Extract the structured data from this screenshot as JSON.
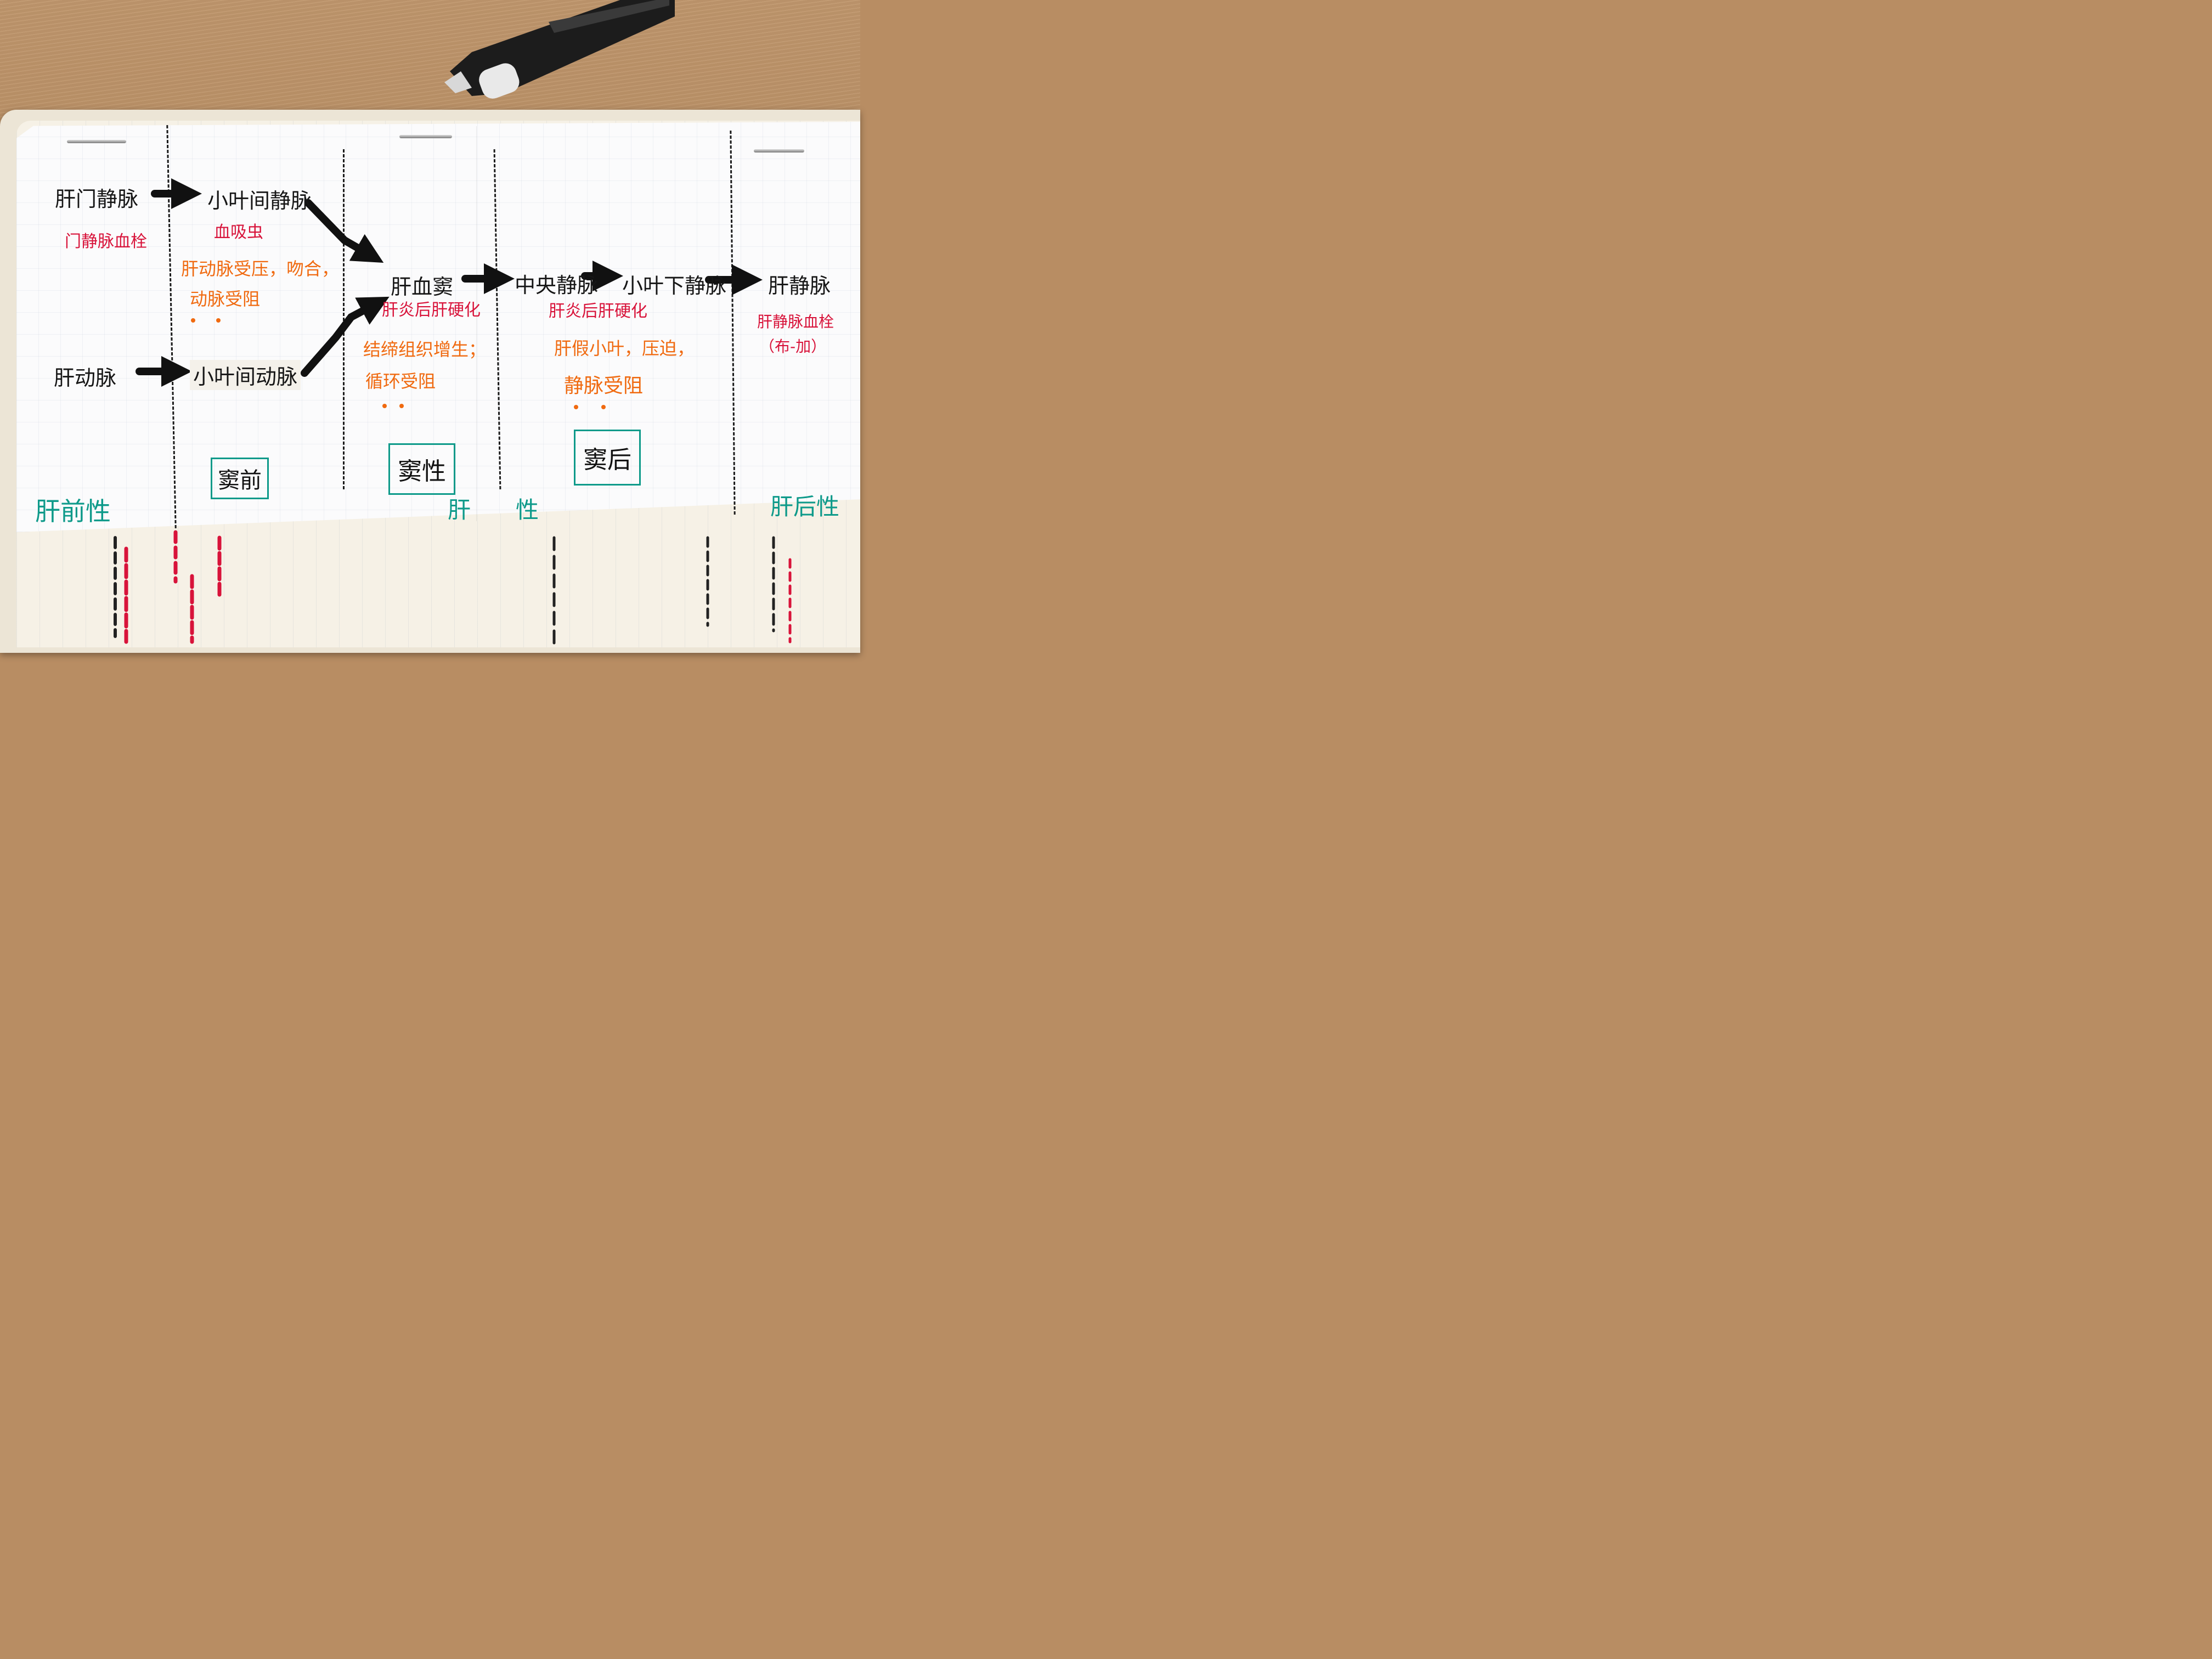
{
  "flow": {
    "portal_vein": "肝门静脉",
    "interlobular_vein": "小叶间静脉",
    "hepatic_artery": "肝动脉",
    "interlobular_artery": "小叶间动脉",
    "sinusoid": "肝血窦",
    "central_vein": "中央静脉",
    "sublobular_vein": "小叶下静脉",
    "hepatic_vein": "肝静脉"
  },
  "causes": {
    "portal_thrombosis": "门静脉血栓",
    "schistosome": "血吸虫",
    "artery_line1": "肝动脉受压，吻合，",
    "artery_line2": "动脉受阻",
    "cirrhosis_sinus": "肝炎后肝硬化",
    "fibrosis_line1": "结缔组织增生；",
    "fibrosis_line2": "循环受阻",
    "cirrhosis_post": "肝炎后肝硬化",
    "pseudolobule_line1": "肝假小叶，压迫，",
    "pseudolobule_line2": "静脉受阻",
    "hv_thrombosis": "肝静脉血栓",
    "budd_chiari": "（布-加）"
  },
  "boxes": {
    "presinusoidal": "窦前",
    "sinusoidal": "窦性",
    "postsinusoidal": "窦后"
  },
  "categories": {
    "prehepatic": "肝前性",
    "intrahepatic_left": "肝",
    "intrahepatic_right": "性",
    "posthepatic": "肝后性"
  },
  "colors": {
    "ink_black": "#161616",
    "ink_red": "#d8133a",
    "ink_orange": "#f06a10",
    "ink_green": "#0e9a8a"
  }
}
